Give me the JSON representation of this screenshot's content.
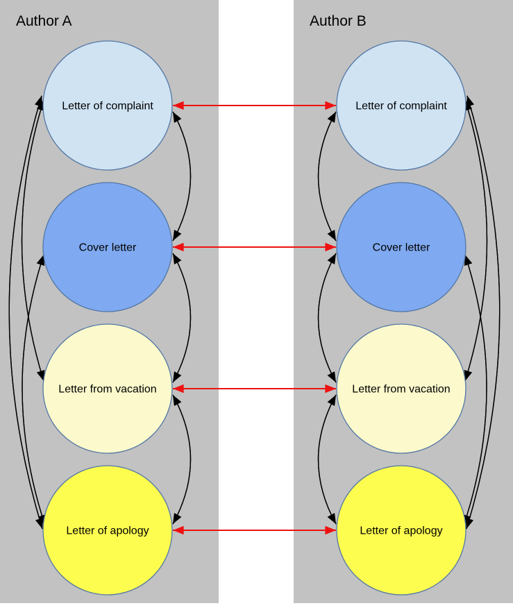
{
  "panels": [
    {
      "title": "Author A",
      "nodes": [
        {
          "label": "Letter of complaint",
          "color": "#cfe3f3"
        },
        {
          "label": "Cover letter",
          "color": "#7fa9f0"
        },
        {
          "label": "Letter from vacation",
          "color": "#fcfacc"
        },
        {
          "label": "Letter of apology",
          "color": "#fdfd50"
        }
      ]
    },
    {
      "title": "Author B",
      "nodes": [
        {
          "label": "Letter of complaint",
          "color": "#cfe3f3"
        },
        {
          "label": "Cover letter",
          "color": "#7fa9f0"
        },
        {
          "label": "Letter from vacation",
          "color": "#fcfacc"
        },
        {
          "label": "Letter of apology",
          "color": "#fdfd50"
        }
      ]
    }
  ],
  "colors": {
    "page_bg": "#ffffff",
    "panel_bg": "#c2c2c2",
    "node_stroke": "#5377a5",
    "intra_link": "#000000",
    "cross_link": "#ee1111",
    "text": "#000000"
  },
  "links": {
    "cross_author_bidirectional": [
      "Letter of complaint",
      "Cover letter",
      "Letter from vacation",
      "Letter of apology"
    ],
    "within_author_bidirectional": [
      [
        "Letter of complaint",
        "Cover letter"
      ],
      [
        "Cover letter",
        "Letter from vacation"
      ],
      [
        "Letter from vacation",
        "Letter of apology"
      ],
      [
        "Letter of complaint",
        "Letter from vacation"
      ],
      [
        "Cover letter",
        "Letter of apology"
      ],
      [
        "Letter of complaint",
        "Letter of apology"
      ]
    ]
  }
}
